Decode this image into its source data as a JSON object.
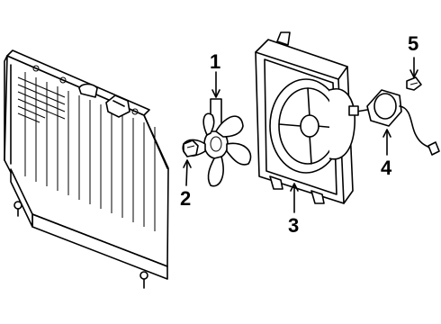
{
  "diagram": {
    "callouts": [
      {
        "id": "1",
        "label": "1"
      },
      {
        "id": "2",
        "label": "2"
      },
      {
        "id": "3",
        "label": "3"
      },
      {
        "id": "4",
        "label": "4"
      },
      {
        "id": "5",
        "label": "5"
      }
    ],
    "parts": [
      "radiator",
      "fan-blade",
      "clip-nut",
      "fan-shroud",
      "fan-motor",
      "connector"
    ]
  }
}
